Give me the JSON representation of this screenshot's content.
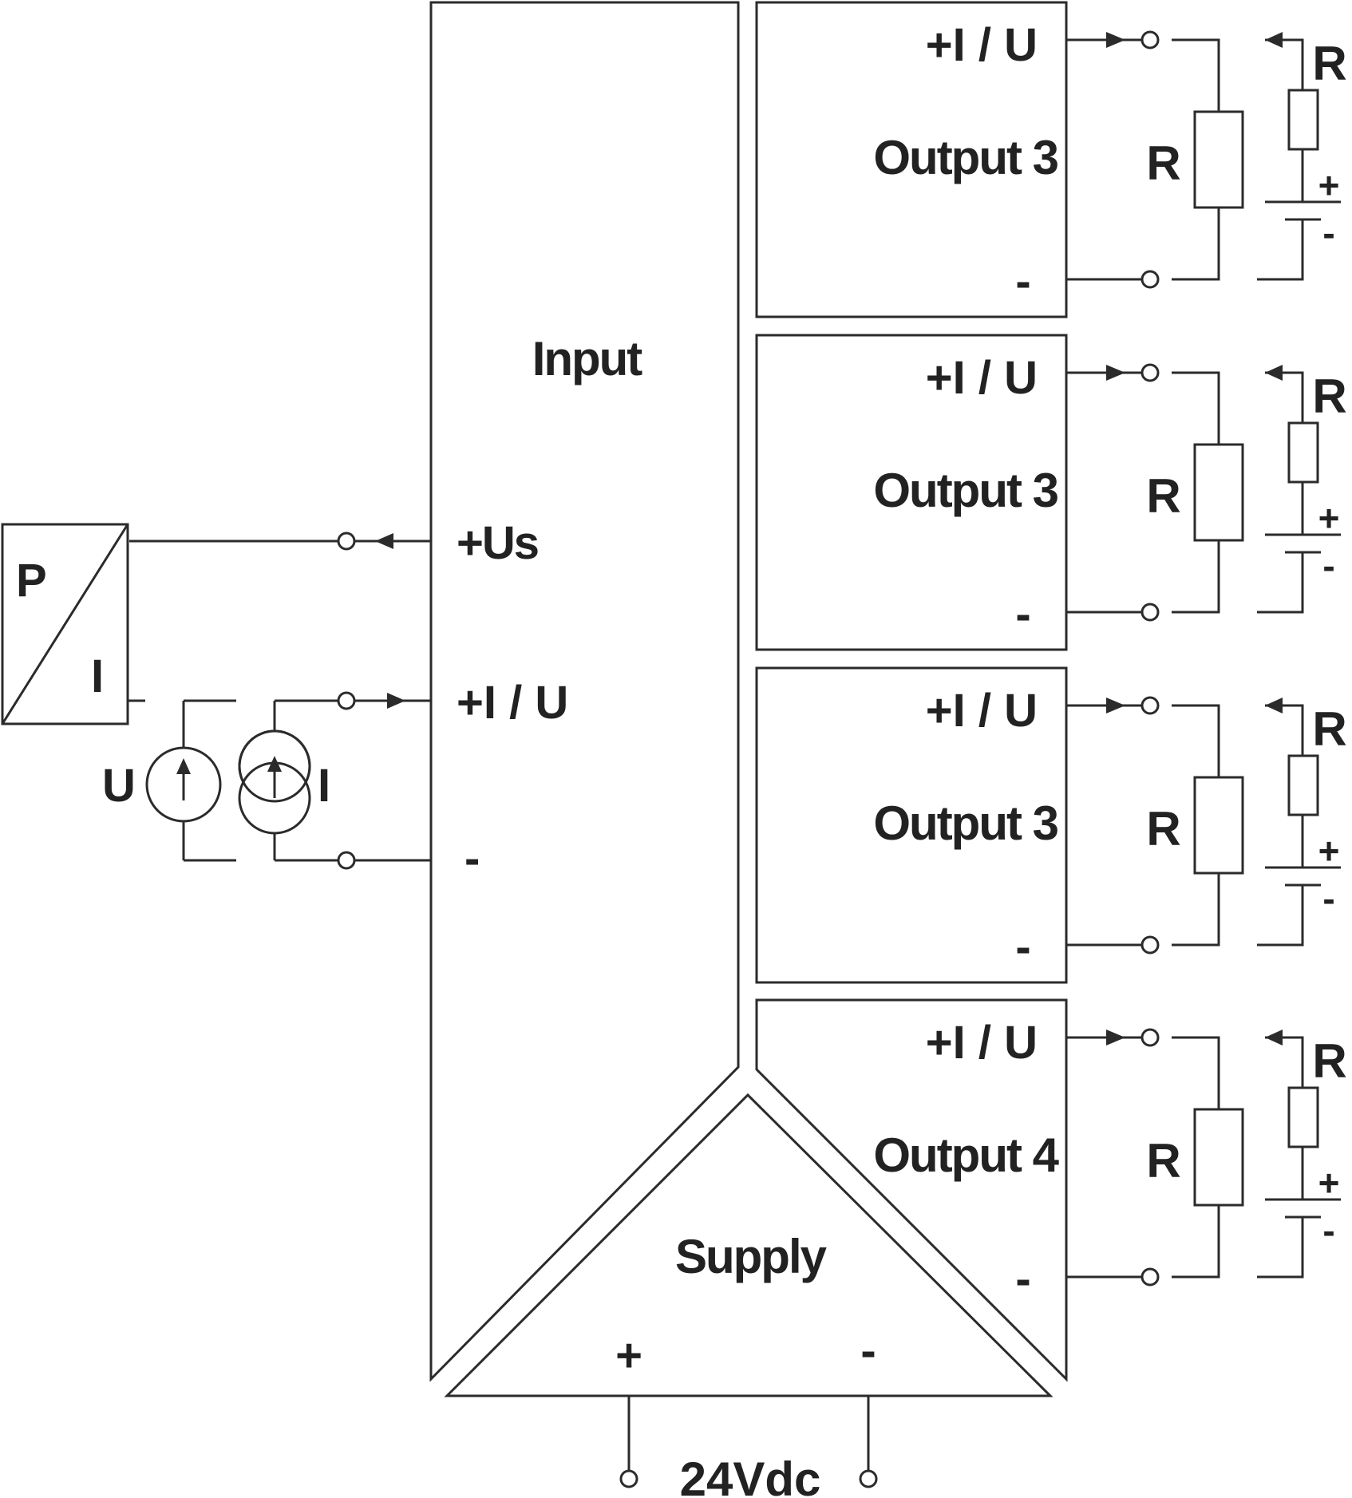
{
  "input": {
    "title": "Input",
    "us_label": "+Us",
    "iu_label": "+I / U",
    "minus_label": "-"
  },
  "sensor": {
    "p_label": "P",
    "i_label": "I",
    "voltage_source_label": "U",
    "current_source_label": "I"
  },
  "supply": {
    "title": "Supply",
    "plus_label": "+",
    "minus_label": "-",
    "voltage": "24Vdc"
  },
  "outputs": [
    {
      "title": "Output 3",
      "plus_label": "+I / U",
      "minus_label": "-",
      "load_label": "R",
      "source_load_label": "R",
      "batt_plus": "+",
      "batt_minus": "-"
    },
    {
      "title": "Output 3",
      "plus_label": "+I / U",
      "minus_label": "-",
      "load_label": "R",
      "source_load_label": "R",
      "batt_plus": "+",
      "batt_minus": "-"
    },
    {
      "title": "Output 3",
      "plus_label": "+I / U",
      "minus_label": "-",
      "load_label": "R",
      "source_load_label": "R",
      "batt_plus": "+",
      "batt_minus": "-"
    },
    {
      "title": "Output 4",
      "plus_label": "+I / U",
      "minus_label": "-",
      "load_label": "R",
      "source_load_label": "R",
      "batt_plus": "+",
      "batt_minus": "-"
    }
  ]
}
